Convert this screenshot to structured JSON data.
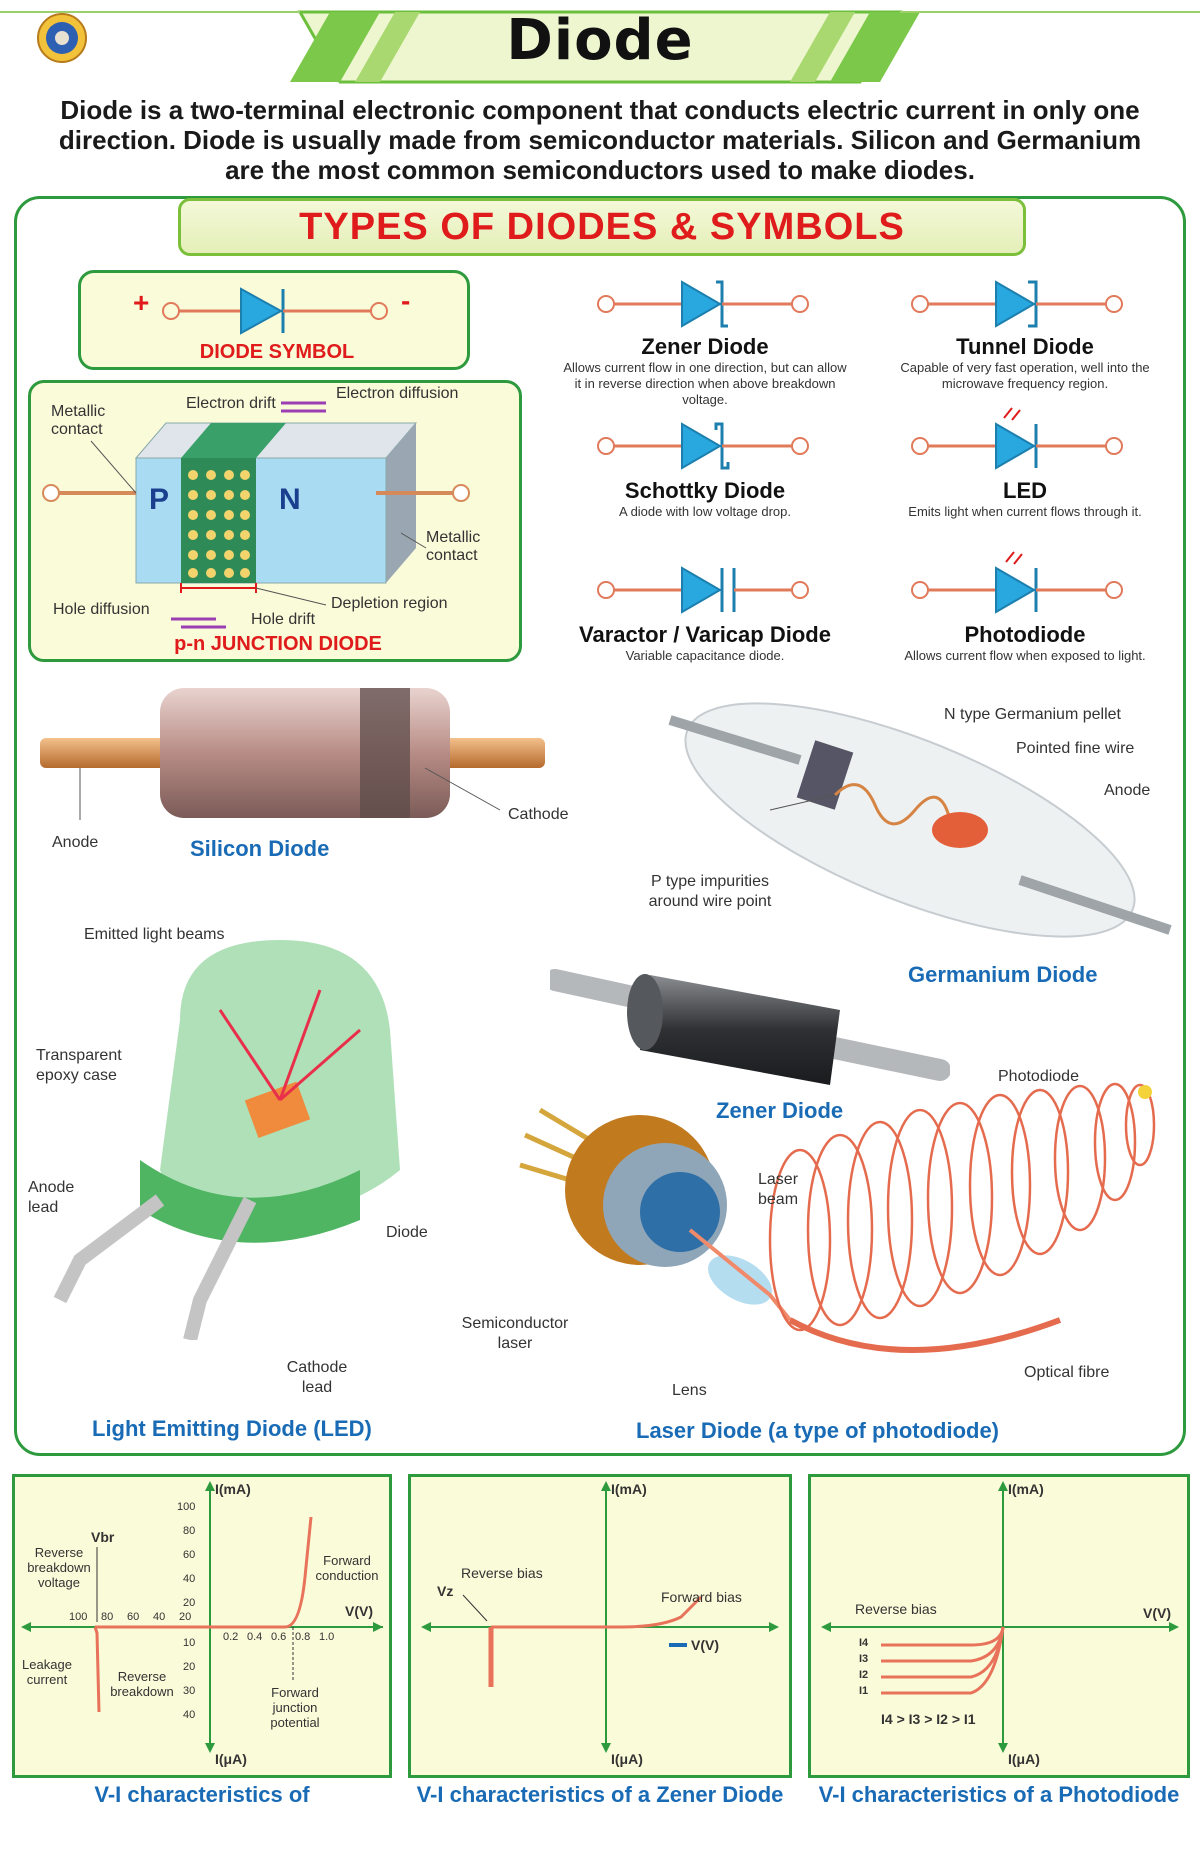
{
  "title": "Diode",
  "intro": "Diode is a two-terminal electronic component that conducts electric current in only one direction. Diode is usually made from semiconductor materials. Silicon and Germanium are the most common semiconductors used to make diodes.",
  "types_heading": "TYPES OF DIODES & SYMBOLS",
  "diode_symbol": {
    "plus": "+",
    "minus": "-",
    "label": "DIODE SYMBOL"
  },
  "pn_junction": {
    "title": "p-n JUNCTION DIODE",
    "p": "P",
    "n": "N",
    "metallic_contact_left": "Metallic contact",
    "metallic_contact_right": "Metallic contact",
    "electron_drift": "Electron drift",
    "electron_diffusion": "Electron diffusion",
    "hole_diffusion": "Hole diffusion",
    "hole_drift": "Hole drift",
    "depletion_region": "Depletion region"
  },
  "diode_types": [
    {
      "name": "Zener Diode",
      "desc": "Allows current flow in one direction, but can allow it in reverse direction when above breakdown voltage."
    },
    {
      "name": "Tunnel Diode",
      "desc": "Capable of very fast operation, well into the microwave frequency region."
    },
    {
      "name": "Schottky Diode",
      "desc": "A diode with low voltage drop."
    },
    {
      "name": "LED",
      "desc": "Emits light when current flows through it."
    },
    {
      "name": "Varactor / Varicap Diode",
      "desc": "Variable capacitance diode."
    },
    {
      "name": "Photodiode",
      "desc": "Allows current flow when exposed to light."
    }
  ],
  "silicon": {
    "anode": "Anode",
    "cathode": "Cathode",
    "title": "Silicon Diode"
  },
  "germanium": {
    "n_pellet": "N type Germanium pellet",
    "fine_wire": "Pointed fine wire",
    "anode": "Anode",
    "p_impurities": "P type impurities around wire point",
    "title": "Germanium Diode"
  },
  "led": {
    "light_beams": "Emitted light beams",
    "epoxy": "Transparent epoxy case",
    "anode_lead": "Anode lead",
    "diode": "Diode",
    "cathode_lead": "Cathode lead",
    "title": "Light Emitting Diode (LED)"
  },
  "zener_title": "Zener Diode",
  "laser": {
    "photodiode": "Photodiode",
    "laser_beam": "Laser beam",
    "semiconductor_laser": "Semiconductor laser",
    "lens": "Lens",
    "optical_fibre": "Optical fibre",
    "title": "Laser Diode (a type of photodiode)"
  },
  "graphs": [
    {
      "caption": "V-I characteristics of",
      "y_top": "I(mA)",
      "y_bottom": "I(μA)",
      "x_label": "V(V)",
      "vbr": "Vbr",
      "reverse_breakdown_voltage": "Reverse breakdown voltage",
      "leakage_current": "Leakage current",
      "reverse_breakdown": "Reverse breakdown",
      "forward_conduction": "Forward conduction",
      "forward_junction_potential": "Forward junction potential",
      "y_ticks_pos": [
        "100",
        "80",
        "60",
        "40",
        "20"
      ],
      "y_ticks_neg": [
        "10",
        "20",
        "30",
        "40"
      ],
      "x_ticks_neg": [
        "100",
        "80",
        "60",
        "40",
        "20"
      ],
      "x_ticks_pos": [
        "0.2",
        "0.4",
        "0.6",
        "0.8",
        "1.0"
      ]
    },
    {
      "caption": "V-I characteristics of a Zener Diode",
      "y_top": "I(mA)",
      "y_bottom": "I(μA)",
      "x_label": "V(V)",
      "reverse_bias": "Reverse bias",
      "forward_bias": "Forward bias",
      "vz": "Vz"
    },
    {
      "caption": "V-I characteristics of a Photodiode",
      "y_top": "I(mA)",
      "y_bottom": "I(μA)",
      "x_label": "V(V)",
      "reverse_bias": "Reverse bias",
      "curves": [
        "I4",
        "I3",
        "I2",
        "I1"
      ],
      "relation": "I4 > I3 > I2 > I1"
    }
  ]
}
